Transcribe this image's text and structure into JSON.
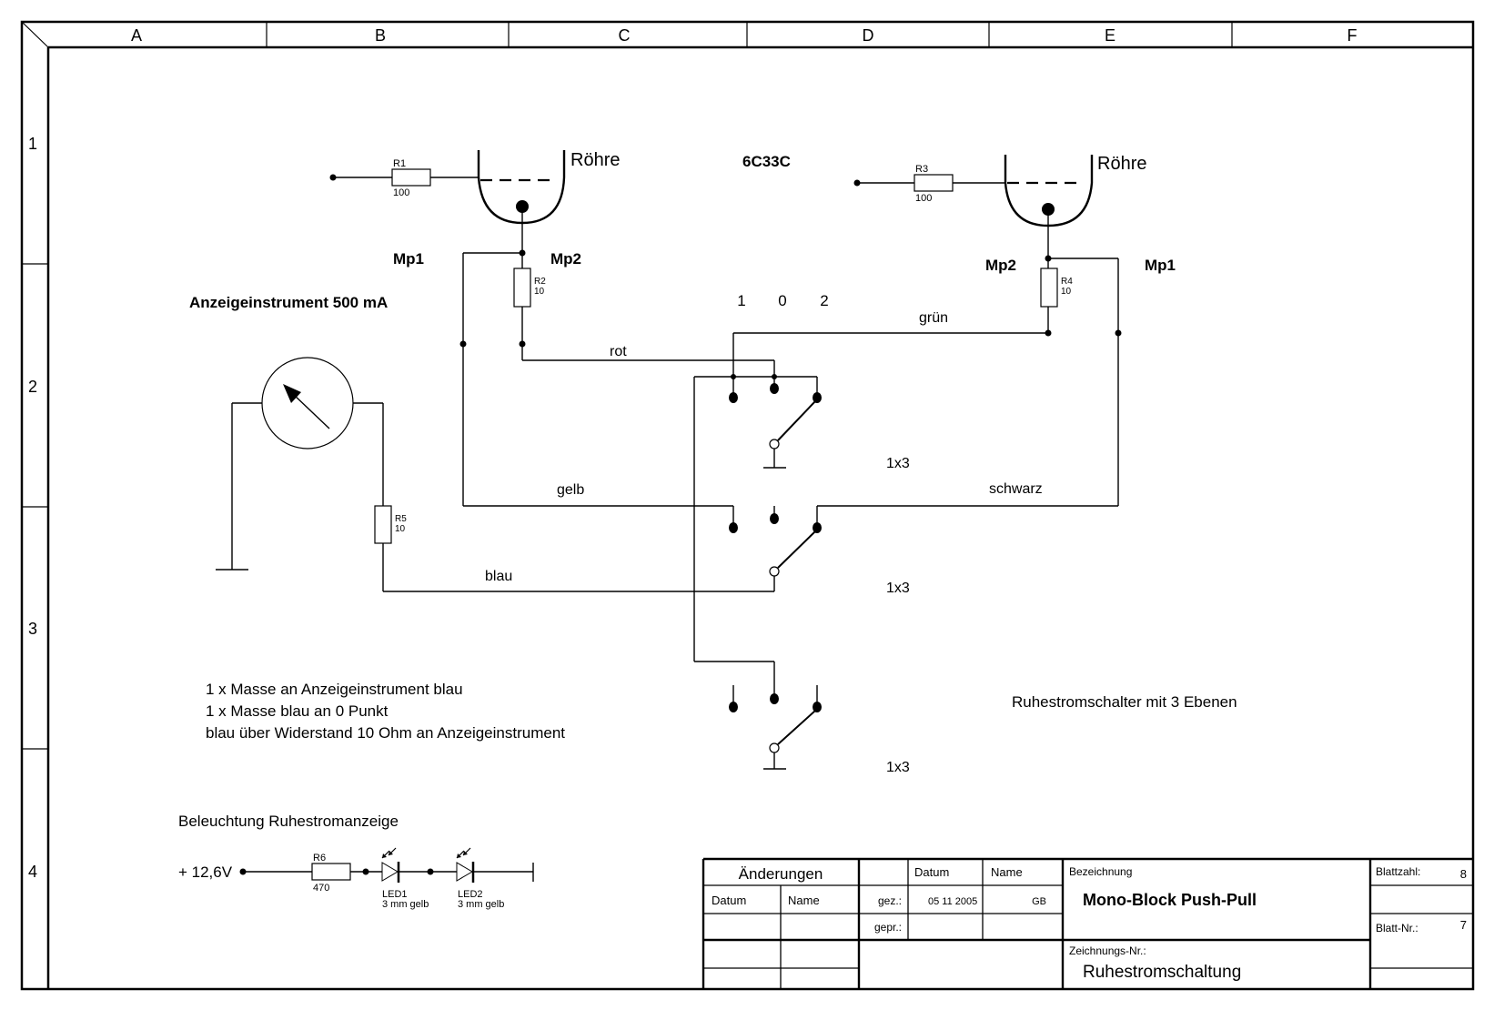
{
  "sheet": {
    "columns": [
      "A",
      "B",
      "C",
      "D",
      "E",
      "F"
    ],
    "rows": [
      "1",
      "2",
      "3",
      "4"
    ]
  },
  "schematic": {
    "tube_type": "6C33C",
    "left_tube": {
      "label": "Röhre",
      "grid_resistor": {
        "name": "R1",
        "value": "100"
      },
      "cathode_resistor": {
        "name": "R2",
        "value": "10"
      },
      "mp_left": "Mp1",
      "mp_right": "Mp2"
    },
    "right_tube": {
      "label": "Röhre",
      "grid_resistor": {
        "name": "R3",
        "value": "100"
      },
      "cathode_resistor": {
        "name": "R4",
        "value": "10"
      },
      "mp_left": "Mp2",
      "mp_right": "Mp1"
    },
    "meter_title": "Anzeigeinstrument 500 mA",
    "meter_resistor": {
      "name": "R5",
      "value": "10"
    },
    "switch_positions": [
      "1",
      "0",
      "2"
    ],
    "wire_labels": {
      "rot": "rot",
      "gruen": "grün",
      "gelb": "gelb",
      "schwarz": "schwarz",
      "blau": "blau"
    },
    "switch_decks": [
      "1x3",
      "1x3",
      "1x3"
    ],
    "switch_title": "Ruhestromschalter mit 3 Ebenen",
    "notes": [
      "1 x Masse an Anzeigeinstrument blau",
      "1 x Masse blau an 0 Punkt",
      "blau über Widerstand 10 Ohm an Anzeigeinstrument"
    ],
    "lighting": {
      "title": "Beleuchtung Ruhestromanzeige",
      "supply": "+ 12,6V",
      "resistor": {
        "name": "R6",
        "value": "470"
      },
      "led1": {
        "name": "LED1",
        "desc": "3 mm gelb"
      },
      "led2": {
        "name": "LED2",
        "desc": "3 mm gelb"
      }
    }
  },
  "title_block": {
    "aenderungen": "Änderungen",
    "datum_header": "Datum",
    "name_header": "Name",
    "col_datum": "Datum",
    "col_name": "Name",
    "gez_label": "gez.:",
    "gez_datum": "05 11 2005",
    "gez_name": "GB",
    "gepr_label": "gepr.:",
    "bezeichnung_label": "Bezeichnung",
    "bezeichnung": "Mono-Block Push-Pull",
    "zeichnungs_nr_label": "Zeichnungs-Nr.:",
    "zeichnungs_nr": "Ruhestromschaltung",
    "blattzahl_label": "Blattzahl:",
    "blattzahl": "8",
    "blatt_nr_label": "Blatt-Nr.:",
    "blatt_nr": "7"
  }
}
